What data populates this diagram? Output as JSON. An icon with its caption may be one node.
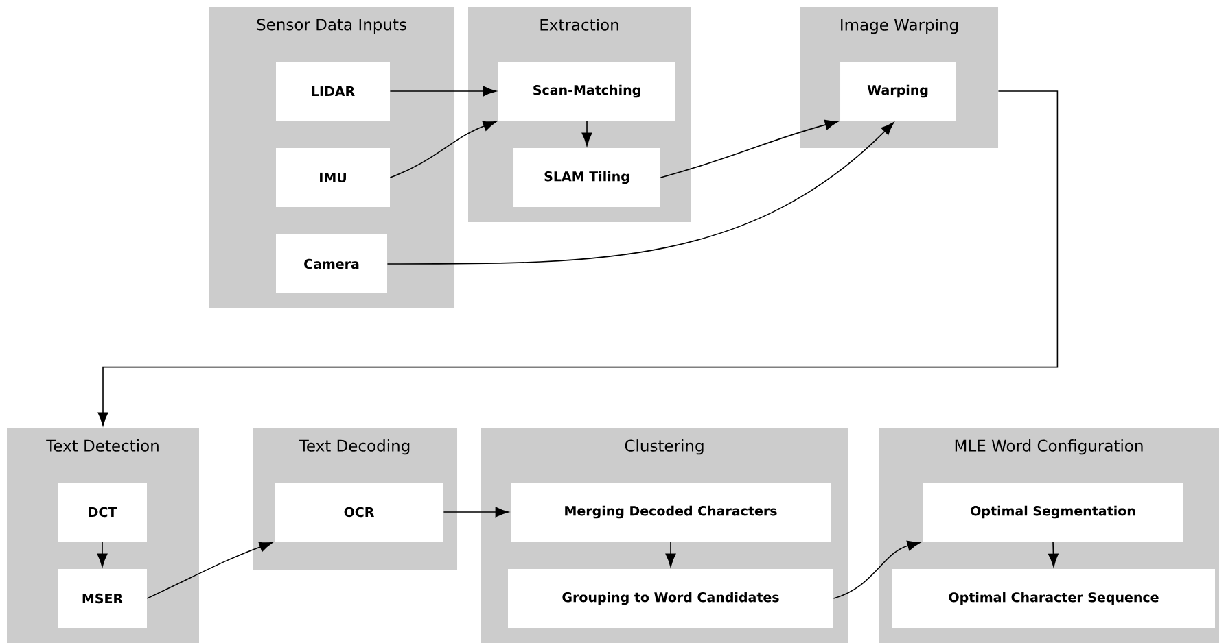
{
  "diagram": {
    "nodes": [
      {
        "text": [
          "Sensor Data Inputs"
        ]
      },
      {
        "text": [
          "LIDAR"
        ],
        "in": 0
      },
      {
        "text": [
          "IMU"
        ],
        "in": 0
      },
      {
        "text": [
          "Camera"
        ],
        "in": 0
      },
      {
        "text": [
          "Extraction"
        ]
      },
      {
        "text": [
          "Scan-Matching"
        ],
        "in": 4
      },
      {
        "text": [
          "SLAM Tiling"
        ],
        "in": 4
      },
      {
        "text": [
          "Image Warping"
        ]
      },
      {
        "text": [
          "Warping"
        ],
        "in": 7
      },
      {
        "text": [
          "Text Detection"
        ]
      },
      {
        "text": [
          "DCT"
        ],
        "in": 9
      },
      {
        "text": [
          "MSER"
        ],
        "in": 9
      },
      {
        "text": [
          "Text Decoding"
        ]
      },
      {
        "text": [
          "OCR"
        ],
        "in": 12
      },
      {
        "text": [
          "Clustering"
        ]
      },
      {
        "text": [
          "Merging Decoded Characters"
        ],
        "in": 14
      },
      {
        "text": [
          "Grouping to Word Candidates"
        ],
        "in": 14
      },
      {
        "text": [
          "MLE Word Configuration"
        ]
      },
      {
        "text": [
          "Optimal Segmentation"
        ],
        "in": 17
      },
      {
        "text": [
          "Optimal Character Sequence"
        ],
        "in": 17
      }
    ],
    "edges": [
      {
        "from": 1,
        "to": 5,
        "arrow": "to"
      },
      {
        "from": 2,
        "to": 5,
        "arrow": "to"
      },
      {
        "from": 5,
        "to": 6,
        "arrow": "to"
      },
      {
        "from": 6,
        "to": 8,
        "arrow": "to"
      },
      {
        "from": 3,
        "to": 8,
        "arrow": "to"
      },
      {
        "from": 7,
        "to": 9,
        "arrow": "to"
      },
      {
        "from": 10,
        "to": 11,
        "arrow": "to"
      },
      {
        "from": 11,
        "to": 13,
        "arrow": "to"
      },
      {
        "from": 13,
        "to": 15,
        "arrow": "to"
      },
      {
        "from": 15,
        "to": 16,
        "arrow": "to"
      },
      {
        "from": 16,
        "to": 18,
        "arrow": "to"
      },
      {
        "from": 18,
        "to": 19,
        "arrow": "to"
      }
    ]
  }
}
